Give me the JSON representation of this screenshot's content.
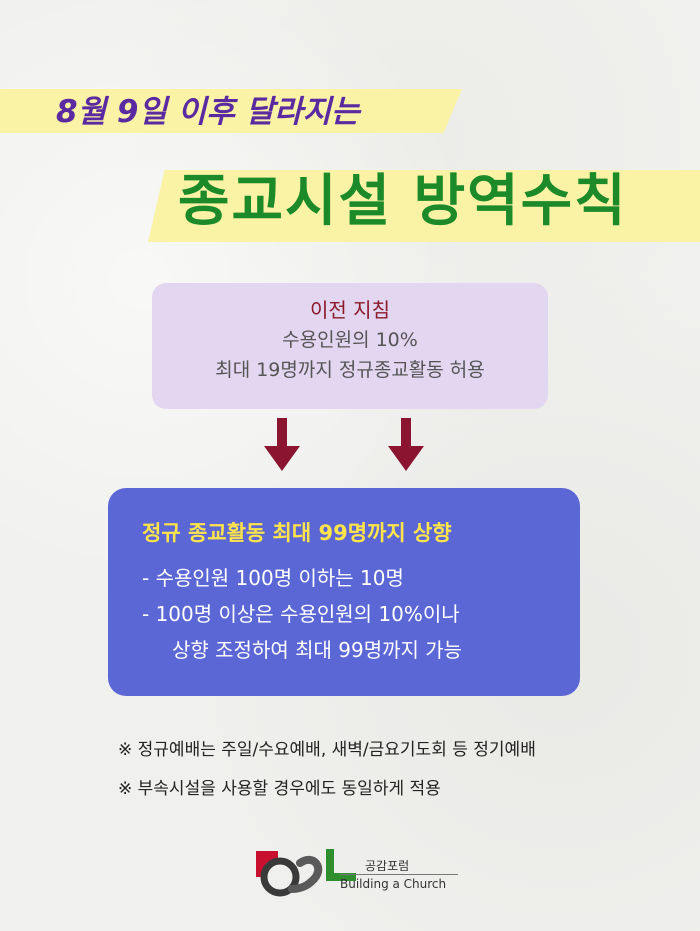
{
  "header": {
    "subtitle": "8월 9일 이후 달라지는",
    "title": "종교시설 방역수칙"
  },
  "previous": {
    "heading": "이전 지침",
    "lines": [
      "수용인원의 10%",
      "최대 19명까지 정규종교활동 허용"
    ]
  },
  "new": {
    "heading": "정규 종교활동 최대 99명까지 상향",
    "lines": [
      "- 수용인원 100명 이하는 10명",
      "- 100명 이상은 수용인원의 10%이나",
      "상향 조정하여 최대 99명까지 가능"
    ]
  },
  "notes": [
    "※ 정규예배는 주일/수요예배, 새벽/금요기도회 등 정기예배",
    "※ 부속시설을 사용할 경우에도 동일하게 적용"
  ],
  "logo": {
    "name_kr": "공감포럼",
    "name_en": "Building a Church"
  },
  "colors": {
    "accent_purple": "#5a2aa0",
    "title_green": "#1d8a2a",
    "highlight_yellow": "#faf3a6",
    "box_lavender": "#e3d6f1",
    "box_blue": "#5c67d6",
    "arrow_red": "#8b1530",
    "heading_yellow": "#ffe44a"
  }
}
